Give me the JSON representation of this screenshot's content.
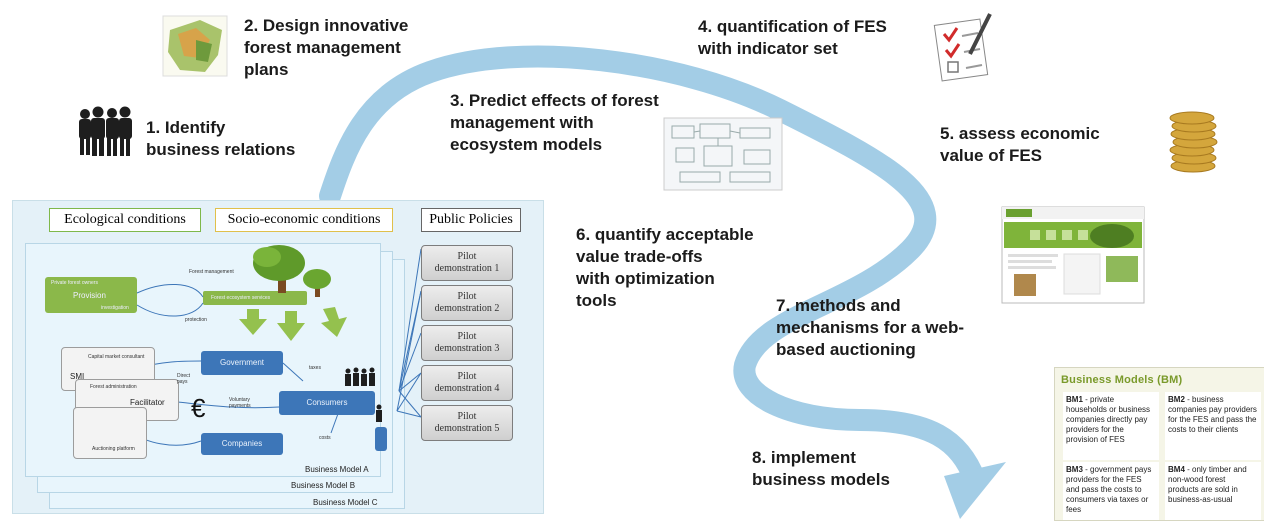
{
  "steps": {
    "s1": "1. Identify\nbusiness relations",
    "s2": "2. Design innovative\nforest management\nplans",
    "s3": "3. Predict effects of forest\nmanagement with\necosystem models",
    "s4": "4. quantification of  FES\nwith indicator  set",
    "s5": "5. assess economic\nvalue of FES",
    "s6": "6. quantify acceptable\nvalue trade-offs\nwith optimization\ntools",
    "s7": "7. methods and\nmechanisms for a web-\nbased auctioning",
    "s8": "8. implement\nbusiness models"
  },
  "panel": {
    "headers": [
      "Ecological conditions",
      "Socio-economic conditions",
      "Public Policies"
    ],
    "pilots": [
      {
        "line1": "Pilot",
        "line2": "demonstration 1"
      },
      {
        "line1": "Pilot",
        "line2": "demonstration 2"
      },
      {
        "line1": "Pilot",
        "line2": "demonstration 3"
      },
      {
        "line1": "Pilot",
        "line2": "demonstration 4"
      },
      {
        "line1": "Pilot",
        "line2": "demonstration 5"
      }
    ],
    "business_models": [
      "Business Model A",
      "Business Model B",
      "Business Model C"
    ],
    "nodes": {
      "private_owners": "Private forest owners",
      "provision": "Provision",
      "forest_mgmt": "Forest management",
      "fes": "Forest ecosystem services",
      "protection": "protection",
      "investigation": "investigation",
      "capital_market": "Capital market consultant",
      "smi": "SMI",
      "forest_admin": "Forest administration",
      "facilitator": "Facilitator",
      "auctioning": "Auctioning platform",
      "government": "Government",
      "consumers": "Consumers",
      "companies": "Companies",
      "taxes": "taxes",
      "direct_pays": "Direct pays",
      "voluntary_payment": "Voluntary payments",
      "costs": "costs",
      "euro": "€"
    }
  },
  "business_models_box": {
    "title": "Business Models (BM)",
    "bm1": {
      "label": "BM1",
      "text": " - private households or business companies directly pay providers for the provision of FES"
    },
    "bm2": {
      "label": "BM2",
      "text": " - business companies pay providers for the FES and pass the costs to their clients"
    },
    "bm3": {
      "label": "BM3",
      "text": " - government pays providers for the FES and pass the costs to consumers via taxes or fees"
    },
    "bm4": {
      "label": "BM4",
      "text": " - only timber and non-wood forest products are sold in business-as-usual"
    }
  },
  "colors": {
    "arrow": "#9ecbe5",
    "green_node": "#8bb84a",
    "blue_node": "#3d76b8",
    "bm_title": "#7a9a2b"
  }
}
